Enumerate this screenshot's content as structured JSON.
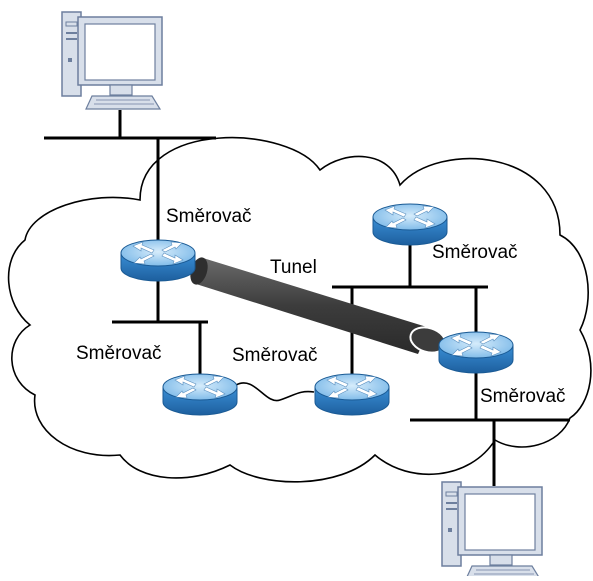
{
  "labels": {
    "router_top_left": "Směrovač",
    "router_top_right": "Směrovač",
    "tunnel": "Tunel",
    "router_bottom_left": "Směrovač",
    "router_bottom_mid": "Směrovač",
    "router_right": "Směrovač"
  },
  "colors": {
    "router_top": "#8ec6f0",
    "router_body": "#2f82c8",
    "router_edge": "#1a5a94",
    "tunnel_fill": "#4a4a4a",
    "computer_frame": "#d8dfea",
    "computer_outline": "#6d7f9e",
    "screen": "#ffffff",
    "line": "#000000"
  },
  "icons": {
    "router": "router-icon",
    "computer": "desktop-computer-icon"
  }
}
